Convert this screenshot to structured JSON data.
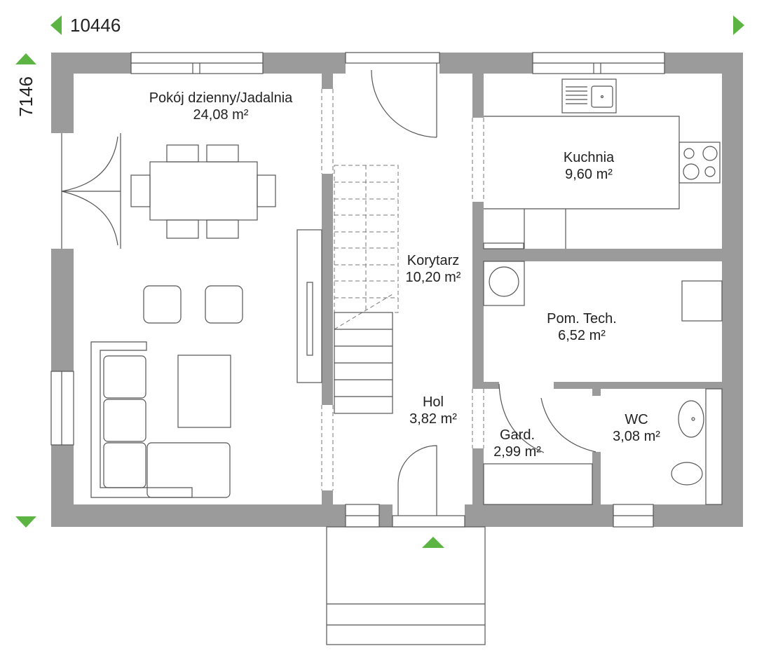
{
  "dimensions": {
    "width": "10446",
    "depth": "7146"
  },
  "rooms": [
    {
      "name": "Pokój dzienny/Jadalnia",
      "area": "24,08 m²"
    },
    {
      "name": "Kuchnia",
      "area": "9,60 m²"
    },
    {
      "name": "Korytarz",
      "area": "10,20 m²"
    },
    {
      "name": "Pom. Tech.",
      "area": "6,52 m²"
    },
    {
      "name": "Hol",
      "area": "3,82 m²"
    },
    {
      "name": "Gard.",
      "area": "2,99 m²"
    },
    {
      "name": "WC",
      "area": "3,08 m²"
    }
  ],
  "colors": {
    "wall": "#9b9b9b",
    "accent": "#5cb543"
  },
  "icons": [
    "arrow-left-icon",
    "arrow-right-icon",
    "arrow-up-icon",
    "arrow-down-icon",
    "entrance-arrow-icon"
  ]
}
